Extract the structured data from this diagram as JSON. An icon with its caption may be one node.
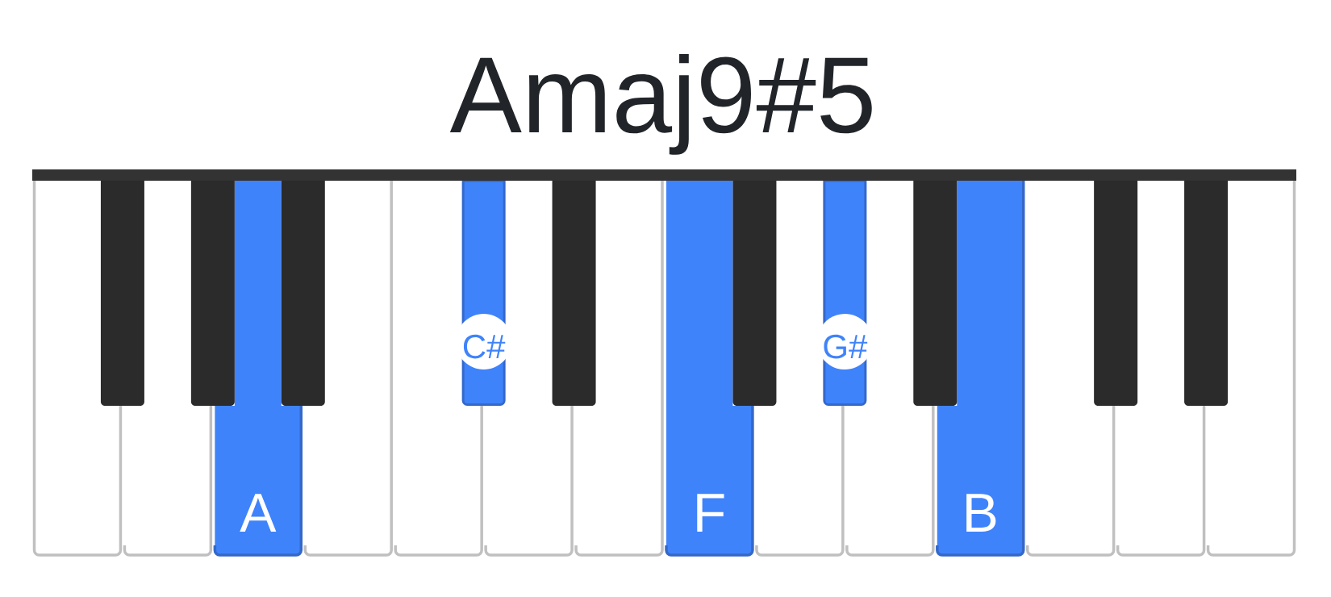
{
  "diagram": {
    "title": "Amaj9#5",
    "nodes": [
      {
        "text": [],
        "shape": "box"
      },
      {
        "text": [],
        "shape": "box"
      },
      {
        "text": [],
        "shape": "box"
      },
      {
        "text": [],
        "shape": "box"
      },
      {
        "text": [
          "A"
        ]
      },
      {
        "text": [],
        "shape": "box"
      },
      {
        "text": [],
        "shape": "box"
      },
      {
        "text": [],
        "shape": "box"
      },
      {
        "text": [
          "C#"
        ]
      },
      {
        "text": [],
        "shape": "box"
      },
      {
        "text": [],
        "shape": "box"
      },
      {
        "text": [],
        "shape": "box"
      },
      {
        "text": [
          "F"
        ]
      },
      {
        "text": [],
        "shape": "box"
      },
      {
        "text": [],
        "shape": "box"
      },
      {
        "text": [
          "G#"
        ]
      },
      {
        "text": [],
        "shape": "box"
      },
      {
        "text": [],
        "shape": "box"
      },
      {
        "text": [
          "B"
        ]
      },
      {
        "text": [],
        "shape": "box"
      },
      {
        "text": [],
        "shape": "box"
      },
      {
        "text": [],
        "shape": "box"
      },
      {
        "text": [],
        "shape": "box"
      },
      {
        "text": [],
        "shape": "box"
      }
    ]
  }
}
